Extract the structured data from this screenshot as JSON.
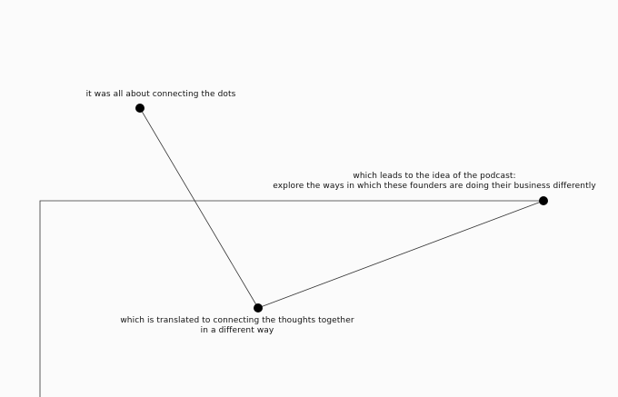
{
  "labels": {
    "dot_1": [
      "it was all about connecting the dots"
    ],
    "dot_2": [
      "which leads to the idea of the podcast:",
      "explore the ways in which these founders are doing their business differently"
    ],
    "dot_3": [
      "which is translated to connecting the thoughts together",
      "in a different way"
    ]
  },
  "colors": {
    "background": "#fbfbfb",
    "ink": "#111111",
    "line": "#333333"
  }
}
